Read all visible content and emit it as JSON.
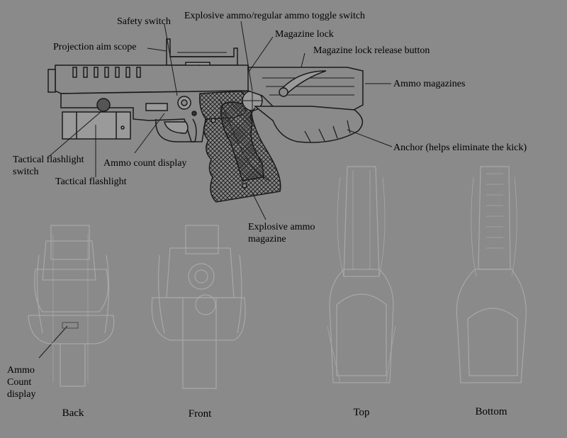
{
  "colors": {
    "background": "#8a8a8a",
    "sketch_line": "#a8a8a8",
    "ink": "#1a1a1a"
  },
  "labels": {
    "safety_switch": "Safety switch",
    "toggle_switch": "Explosive ammo/regular ammo toggle switch",
    "projection_scope": "Projection aim scope",
    "magazine_lock": "Magazine lock",
    "magazine_lock_release": "Magazine lock release button",
    "ammo_magazines": "Ammo magazines",
    "anchor": "Anchor (helps eliminate the kick)",
    "tactical_flashlight_switch": "Tactical flashlight switch",
    "tactical_flashlight": "Tactical flashlight",
    "ammo_count_display": "Ammo count display",
    "explosive_ammo_magazine": "Explosive ammo magazine",
    "ammo_count_display_back": "Ammo Count display"
  },
  "views": {
    "back": "Back",
    "front": "Front",
    "top": "Top",
    "bottom": "Bottom"
  }
}
